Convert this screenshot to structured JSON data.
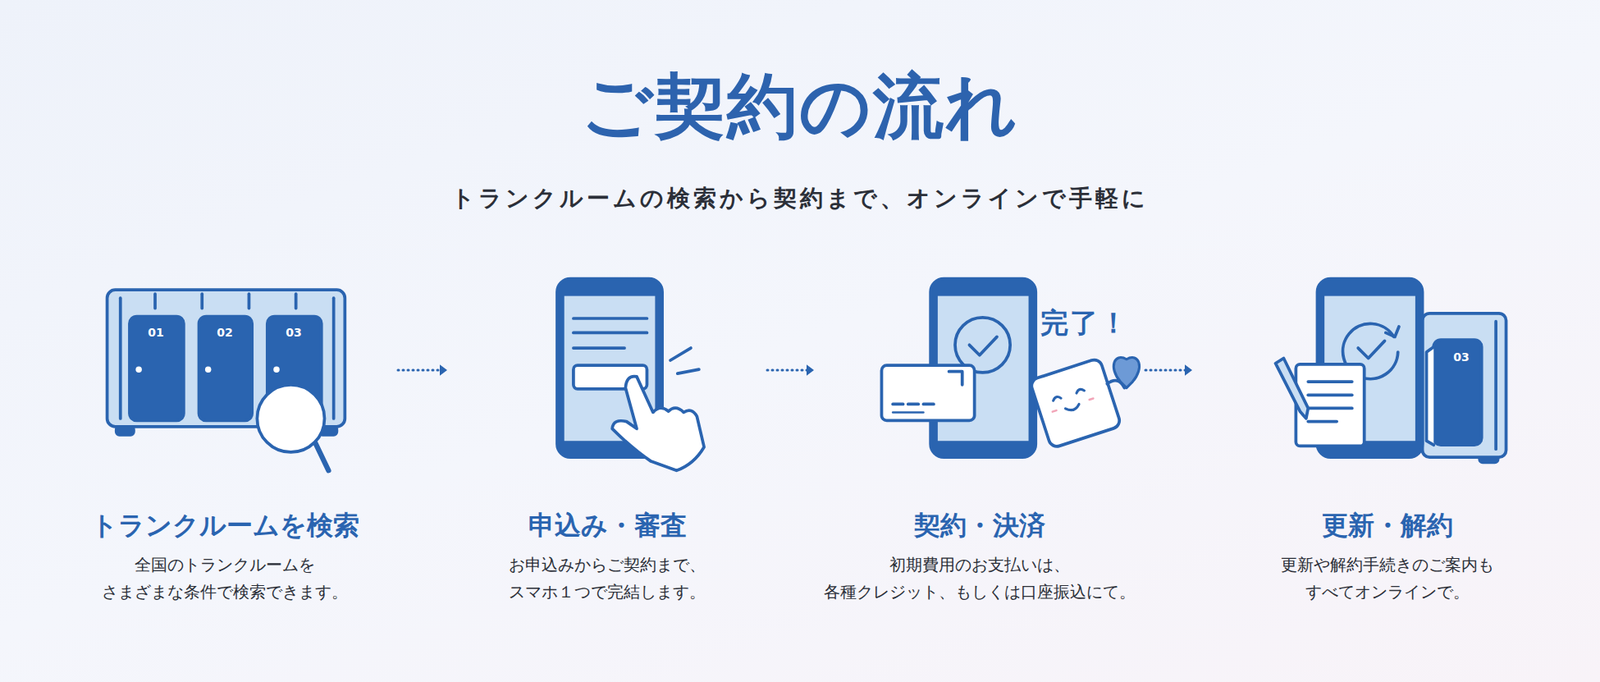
{
  "diagram": {
    "title": "ご契約の流れ",
    "caption": "トランクルームの検索から契約まで、オンラインで手軽に",
    "nodes": [
      {
        "text": [
          "トランクルームを検索",
          "全国のトランクルームを さまざまな条件で検索できます。"
        ]
      },
      {
        "text": [
          "申込み・審査",
          "お申込みからご契約まで、 スマホ１つで完結します。"
        ]
      },
      {
        "text": [
          "契約・決済",
          "初期費用のお支払いは、 各種クレジット、もしくは口座振込にて。"
        ]
      },
      {
        "text": [
          "更新・解約",
          "更新や解約手続きのご案内も すべてオンラインで。"
        ]
      }
    ],
    "edges": [
      {
        "from": 0,
        "to": 1,
        "arrow": "to"
      },
      {
        "from": 1,
        "to": 2,
        "arrow": "to"
      },
      {
        "from": 2,
        "to": 3,
        "arrow": "to"
      }
    ],
    "labels": [
      "01",
      "02",
      "03",
      "完了！",
      "03"
    ]
  }
}
